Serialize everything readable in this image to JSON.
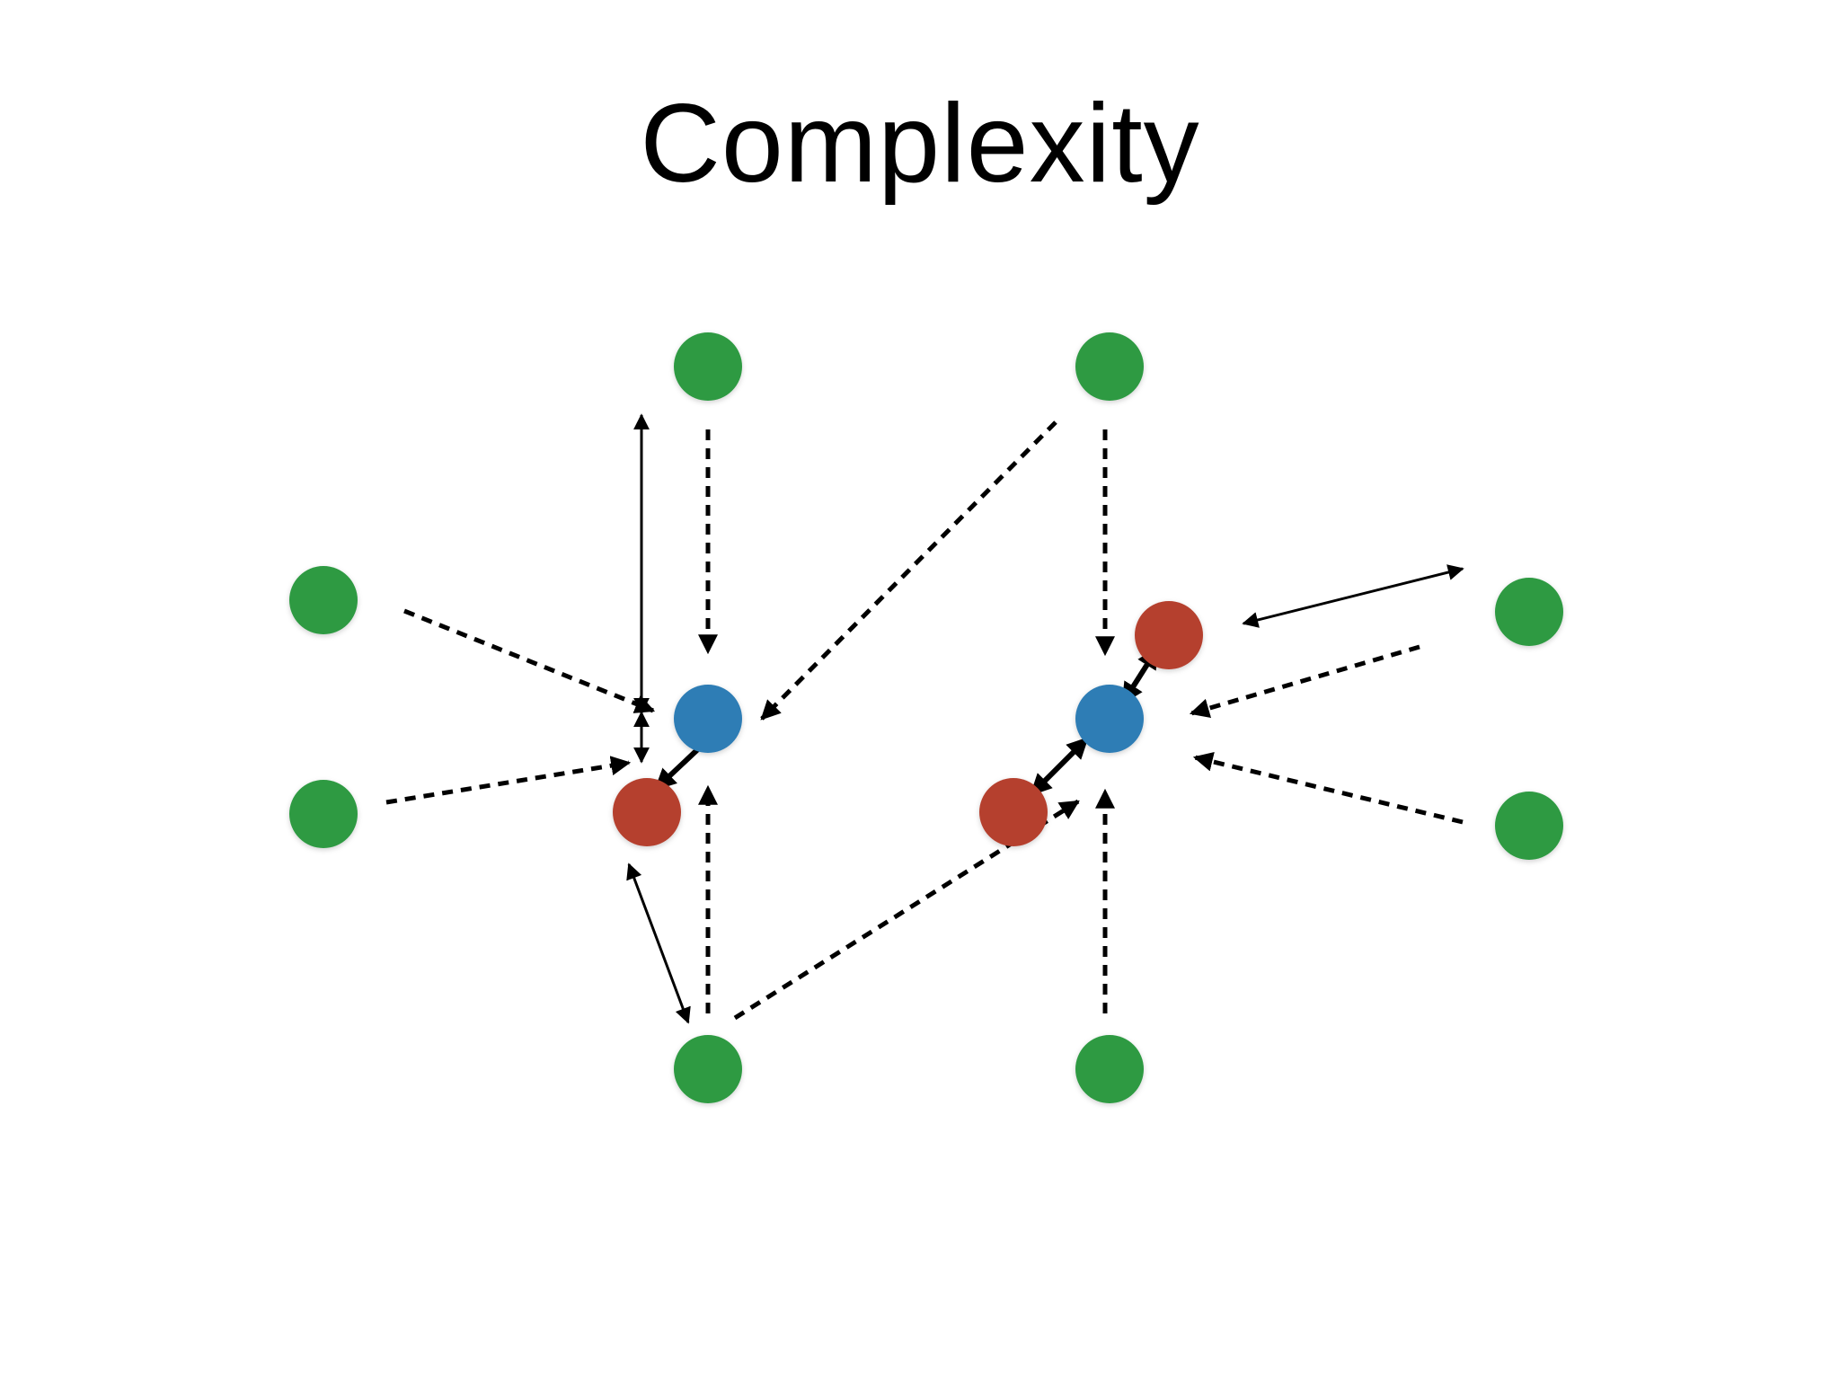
{
  "slide": {
    "title": "Complexity"
  },
  "colors": {
    "green": "#2e9a43",
    "blue": "#2e7db5",
    "red": "#b5412f",
    "edge": "#000000",
    "background": "#ffffff"
  },
  "diagram": {
    "nodes": [
      {
        "id": "g-top-left",
        "kind": "green"
      },
      {
        "id": "g-top-right",
        "kind": "green"
      },
      {
        "id": "g-left-upper",
        "kind": "green"
      },
      {
        "id": "g-left-lower",
        "kind": "green"
      },
      {
        "id": "g-right-upper",
        "kind": "green"
      },
      {
        "id": "g-right-lower",
        "kind": "green"
      },
      {
        "id": "g-bottom-left",
        "kind": "green"
      },
      {
        "id": "g-bottom-right",
        "kind": "green"
      },
      {
        "id": "b-left",
        "kind": "blue"
      },
      {
        "id": "b-right",
        "kind": "blue"
      },
      {
        "id": "r-left",
        "kind": "red"
      },
      {
        "id": "r-right-upper",
        "kind": "red"
      },
      {
        "id": "r-right-lower",
        "kind": "red"
      }
    ],
    "edges": [
      {
        "id": "e1",
        "style": "dashed",
        "direction": "forward"
      },
      {
        "id": "e2",
        "style": "dashed",
        "direction": "forward"
      },
      {
        "id": "e3",
        "style": "dashed",
        "direction": "forward"
      },
      {
        "id": "e4",
        "style": "dashed",
        "direction": "forward"
      },
      {
        "id": "e5",
        "style": "dashed",
        "direction": "forward"
      },
      {
        "id": "e6",
        "style": "dashed",
        "direction": "forward"
      },
      {
        "id": "e7",
        "style": "dashed",
        "direction": "forward"
      },
      {
        "id": "e8",
        "style": "dashed",
        "direction": "forward"
      },
      {
        "id": "e9",
        "style": "dashed",
        "direction": "forward"
      },
      {
        "id": "e10",
        "style": "dashed",
        "direction": "forward"
      },
      {
        "id": "e11",
        "style": "solid",
        "direction": "both"
      },
      {
        "id": "e12",
        "style": "solid",
        "direction": "both"
      },
      {
        "id": "e13",
        "style": "solid",
        "direction": "both"
      },
      {
        "id": "e14",
        "style": "solid-bold",
        "direction": "both"
      },
      {
        "id": "e15",
        "style": "solid-bold",
        "direction": "both"
      },
      {
        "id": "e16",
        "style": "solid-bold",
        "direction": "both"
      },
      {
        "id": "e17",
        "style": "solid",
        "direction": "both"
      }
    ]
  }
}
